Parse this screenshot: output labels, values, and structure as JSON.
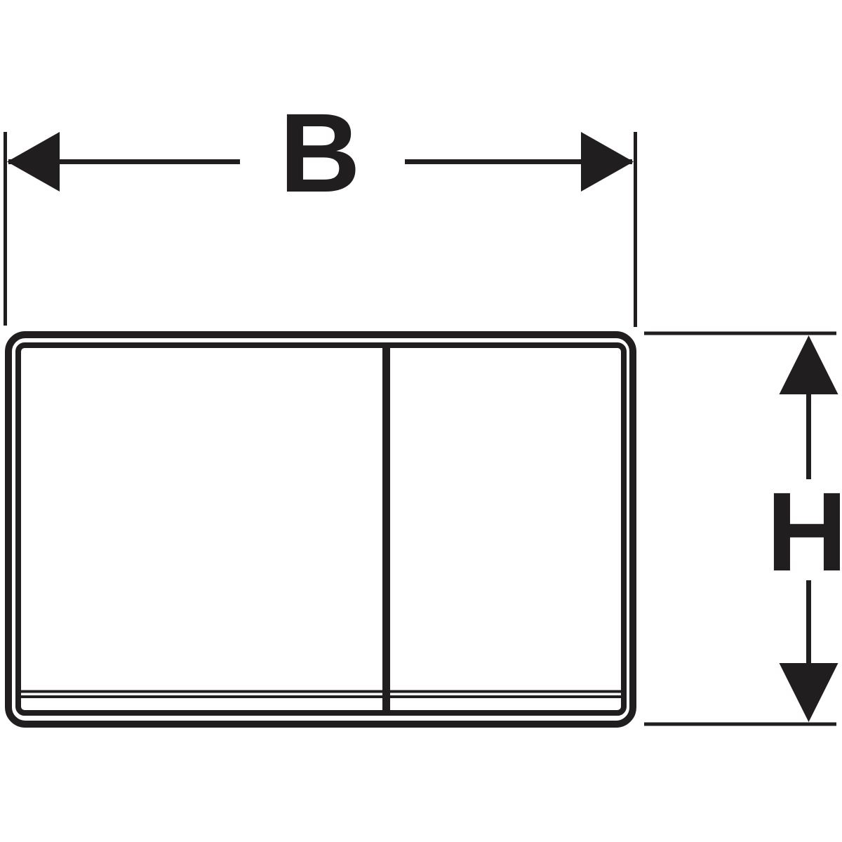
{
  "diagram": {
    "type": "technical-dimension-drawing",
    "subject": "flush-plate-front-view",
    "labels": {
      "width": "B",
      "height": "H"
    },
    "colors": {
      "line": "#211e1f",
      "background": "#ffffff"
    }
  }
}
